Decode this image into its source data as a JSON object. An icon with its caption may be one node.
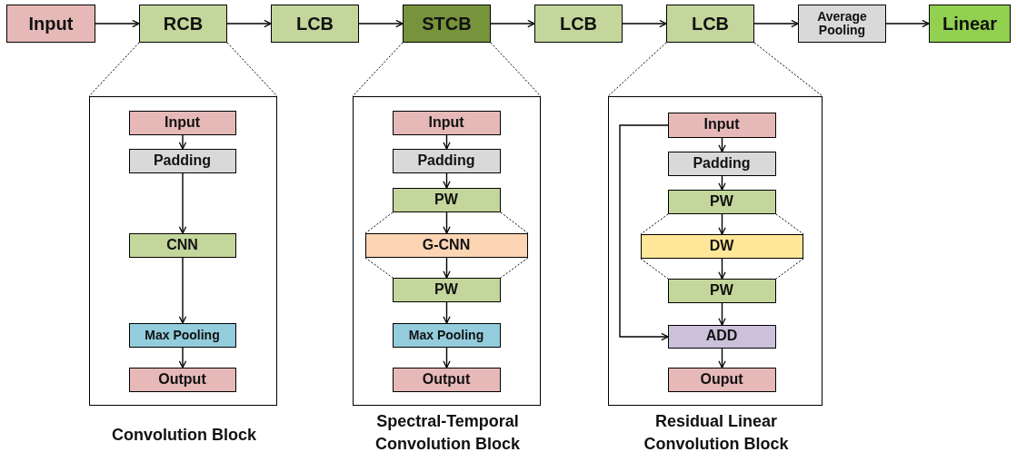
{
  "diagram": {
    "nodes": [
      {
        "text": [
          "Input"
        ]
      },
      {
        "text": [
          "RCB"
        ]
      },
      {
        "text": [
          "LCB"
        ]
      },
      {
        "text": [
          "STCB"
        ]
      },
      {
        "text": [
          "LCB"
        ]
      },
      {
        "text": [
          "LCB"
        ]
      },
      {
        "text": [
          "Average Pooling"
        ]
      },
      {
        "text": [
          "Linear"
        ]
      },
      {
        "text": [
          "Convolution Block"
        ]
      },
      {
        "text": [
          "Input"
        ],
        "in": 8
      },
      {
        "text": [
          "Padding"
        ],
        "in": 8
      },
      {
        "text": [
          "CNN"
        ],
        "in": 8
      },
      {
        "text": [
          "Max Pooling"
        ],
        "in": 8
      },
      {
        "text": [
          "Output"
        ],
        "in": 8
      },
      {
        "text": [
          "Spectral-Temporal Convolution Block"
        ]
      },
      {
        "text": [
          "Input"
        ],
        "in": 14
      },
      {
        "text": [
          "Padding"
        ],
        "in": 14
      },
      {
        "text": [
          "PW"
        ],
        "in": 14
      },
      {
        "text": [
          "G-CNN"
        ],
        "in": 14
      },
      {
        "text": [
          "PW"
        ],
        "in": 14
      },
      {
        "text": [
          "Max Pooling"
        ],
        "in": 14
      },
      {
        "text": [
          "Output"
        ],
        "in": 14
      },
      {
        "text": [
          "Residual Linear Convolution Block"
        ]
      },
      {
        "text": [
          "Input"
        ],
        "in": 22
      },
      {
        "text": [
          "Padding"
        ],
        "in": 22
      },
      {
        "text": [
          "PW"
        ],
        "in": 22
      },
      {
        "text": [
          "DW"
        ],
        "in": 22
      },
      {
        "text": [
          "PW"
        ],
        "in": 22
      },
      {
        "text": [
          "ADD"
        ],
        "in": 22
      },
      {
        "text": [
          "Ouput"
        ],
        "in": 22
      }
    ],
    "edges": [
      {
        "from": 0,
        "to": 1,
        "arrow": "to"
      },
      {
        "from": 1,
        "to": 2,
        "arrow": "to"
      },
      {
        "from": 2,
        "to": 3,
        "arrow": "to"
      },
      {
        "from": 3,
        "to": 4,
        "arrow": "to"
      },
      {
        "from": 4,
        "to": 5,
        "arrow": "to"
      },
      {
        "from": 5,
        "to": 6,
        "arrow": "to"
      },
      {
        "from": 6,
        "to": 7,
        "arrow": "to"
      },
      {
        "from": 1,
        "to": 8,
        "arrow": "none",
        "style": "dashed"
      },
      {
        "from": 3,
        "to": 14,
        "arrow": "none",
        "style": "dashed"
      },
      {
        "from": 5,
        "to": 22,
        "arrow": "none",
        "style": "dashed"
      },
      {
        "from": 9,
        "to": 10,
        "arrow": "to"
      },
      {
        "from": 10,
        "to": 11,
        "arrow": "to"
      },
      {
        "from": 11,
        "to": 12,
        "arrow": "to"
      },
      {
        "from": 12,
        "to": 13,
        "arrow": "to"
      },
      {
        "from": 15,
        "to": 16,
        "arrow": "to"
      },
      {
        "from": 16,
        "to": 17,
        "arrow": "to"
      },
      {
        "from": 17,
        "to": 18,
        "arrow": "to"
      },
      {
        "from": 18,
        "to": 19,
        "arrow": "to"
      },
      {
        "from": 19,
        "to": 20,
        "arrow": "to"
      },
      {
        "from": 20,
        "to": 21,
        "arrow": "to"
      },
      {
        "from": 17,
        "to": 18,
        "arrow": "none",
        "style": "dashed"
      },
      {
        "from": 18,
        "to": 19,
        "arrow": "none",
        "style": "dashed"
      },
      {
        "from": 23,
        "to": 24,
        "arrow": "to"
      },
      {
        "from": 24,
        "to": 25,
        "arrow": "to"
      },
      {
        "from": 25,
        "to": 26,
        "arrow": "to"
      },
      {
        "from": 26,
        "to": 27,
        "arrow": "to"
      },
      {
        "from": 27,
        "to": 28,
        "arrow": "to"
      },
      {
        "from": 23,
        "to": 28,
        "arrow": "to"
      },
      {
        "from": 28,
        "to": 29,
        "arrow": "to"
      },
      {
        "from": 25,
        "to": 26,
        "arrow": "none",
        "style": "dashed"
      },
      {
        "from": 26,
        "to": 27,
        "arrow": "none",
        "style": "dashed"
      }
    ]
  }
}
